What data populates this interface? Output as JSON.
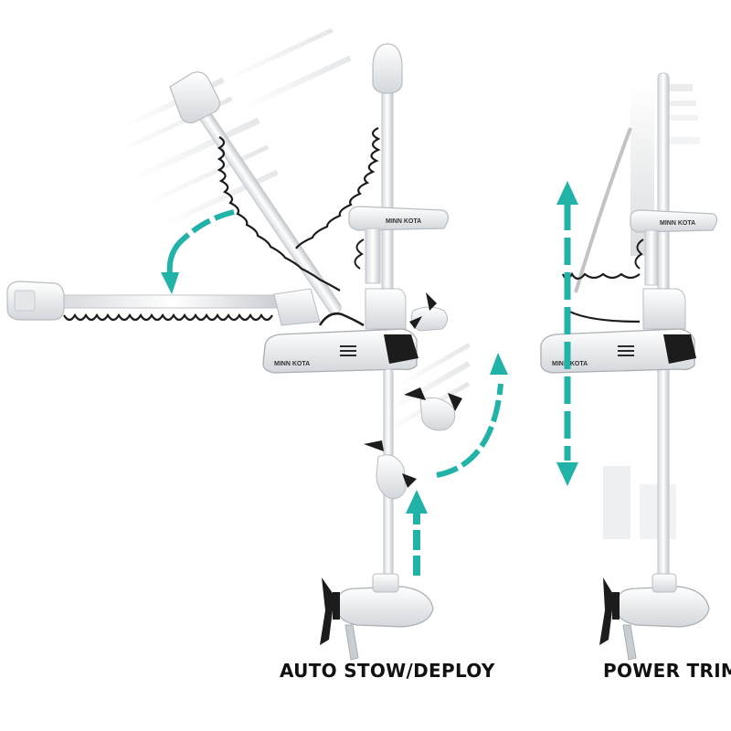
{
  "captions": {
    "left": "AUTO STOW/DEPLOY",
    "right": "POWER TRIM"
  },
  "colors": {
    "background": "#ffffff",
    "accent_arrow": "#21b3a8",
    "motor_white": "#eef0f2",
    "motor_shadow": "#c9ced3",
    "cord_black": "#1c1c1c",
    "text": "#111111"
  },
  "logo_text": "MINN KOTA"
}
